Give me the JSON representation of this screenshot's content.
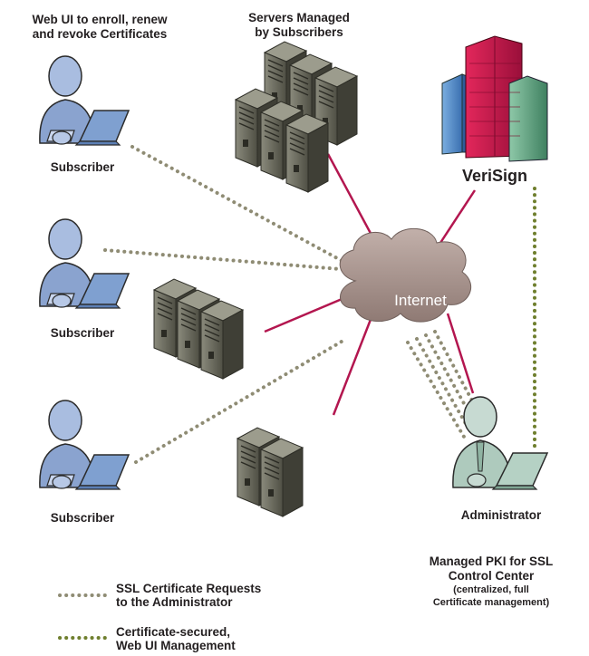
{
  "title_left": [
    "Web UI to enroll, renew",
    "and revoke Certificates"
  ],
  "title_servers": [
    "Servers Managed",
    "by Subscribers"
  ],
  "vendor": "VeriSign",
  "cloud_label": "Internet",
  "subscriber_label": "Subscriber",
  "administrator_label": "Administrator",
  "control_center": {
    "lines": [
      "Managed PKI for SSL",
      "Control Center"
    ],
    "sub_lines": [
      "(centralized, full",
      "Certificate management)"
    ]
  },
  "legend": [
    {
      "lines": [
        "SSL Certificate Requests",
        "to the Administrator"
      ],
      "color": "#8f8c74"
    },
    {
      "lines": [
        "Certificate-secured,",
        "Web UI Management"
      ],
      "color": "#6f7f2e"
    }
  ],
  "colors": {
    "link": "#b3164f",
    "dotted_request": "#8f8c74",
    "dotted_mgmt": "#6f7f2e",
    "cloud": "#a8938c",
    "person_fill": "#9fb1d1",
    "admin_fill": "#b9cfc6",
    "server_fill": "#6b6b5e"
  },
  "icons": [
    "person-laptop-icon",
    "server-rack-icon",
    "office-building-icon",
    "cloud-icon"
  ]
}
